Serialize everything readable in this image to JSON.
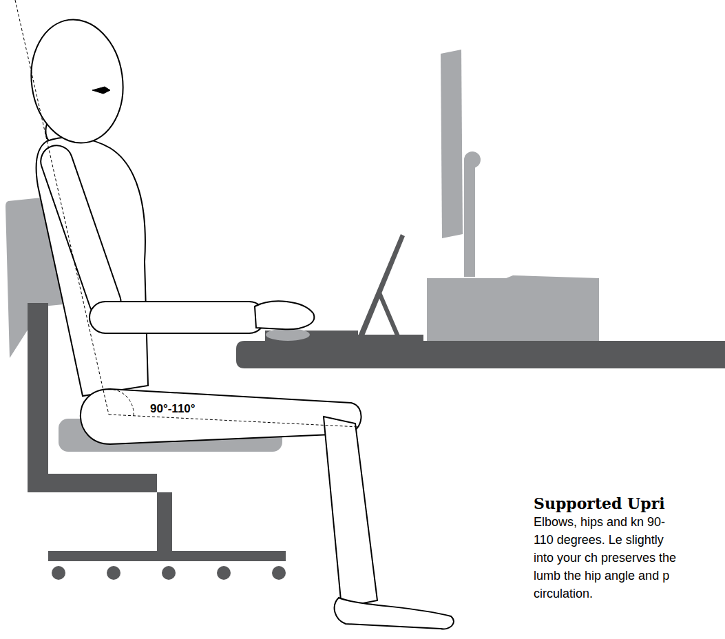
{
  "diagram": {
    "title": "Supported Upri",
    "labels": [
      "90°-110°",
      "Elbows, hips and kn 90-110 degrees. Le slightly into your ch preserves the lumb the hip angle and p circulation."
    ]
  }
}
